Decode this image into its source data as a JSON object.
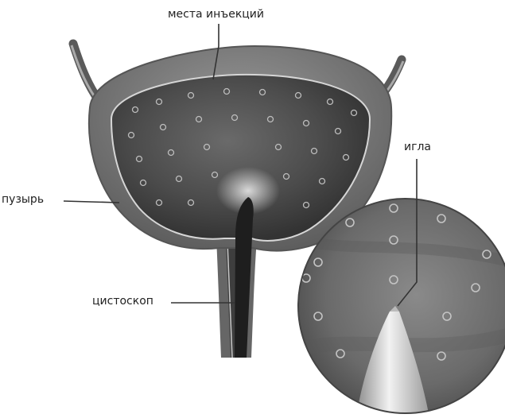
{
  "labels": {
    "injection_sites": "места инъекций",
    "needle": "игла",
    "bladder": "пузырь",
    "cystoscope": "цистоскоп"
  },
  "colors": {
    "background": "#ffffff",
    "bladder_wall": "#6e6e6e",
    "bladder_interior": "#4a4a4a",
    "mucosa_outline": "#d0d0d0",
    "magnified_view": "#707070",
    "needle_tip": "#e0e0e0",
    "leader_line": "#333333"
  }
}
